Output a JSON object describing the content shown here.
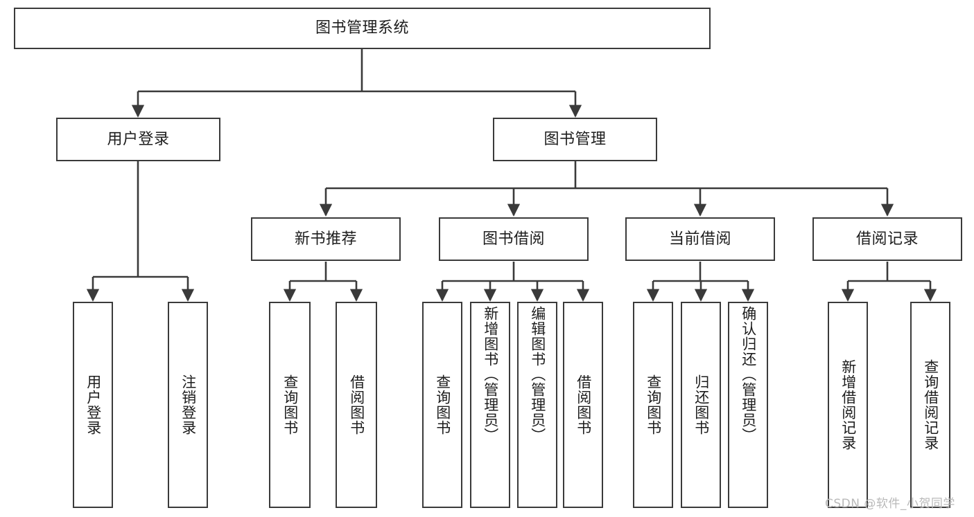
{
  "diagram": {
    "title": "图书管理系统",
    "type": "tree",
    "colors": {
      "box_border": "#3a3a3a",
      "box_fill": "#ffffff",
      "edge": "#3a3a3a",
      "text": "#1d1d1d",
      "watermark": "#b9b9b9"
    },
    "watermark": "CSDN @软件_小贺同学",
    "nodes": {
      "root": {
        "label": "图书管理系统"
      },
      "level1": [
        {
          "id": "user-login",
          "label": "用户登录"
        },
        {
          "id": "book-manage",
          "label": "图书管理"
        }
      ],
      "level2": [
        {
          "id": "new-book-recommend",
          "label": "新书推荐"
        },
        {
          "id": "book-borrow",
          "label": "图书借阅"
        },
        {
          "id": "current-borrow",
          "label": "当前借阅"
        },
        {
          "id": "borrow-record",
          "label": "借阅记录"
        }
      ],
      "leaves": {
        "user-login": [
          {
            "id": "leaf-user-login",
            "label": "用户登录"
          },
          {
            "id": "leaf-logout",
            "label": "注销登录"
          }
        ],
        "new-book-recommend": [
          {
            "id": "leaf-query-book-1",
            "label": "查询图书"
          },
          {
            "id": "leaf-borrow-book-1",
            "label": "借阅图书"
          }
        ],
        "book-borrow": [
          {
            "id": "leaf-query-book-2",
            "label": "查询图书"
          },
          {
            "id": "leaf-add-book",
            "label": "新增图书（管理员）"
          },
          {
            "id": "leaf-edit-book",
            "label": "编辑图书（管理员）"
          },
          {
            "id": "leaf-borrow-book-2",
            "label": "借阅图书"
          }
        ],
        "current-borrow": [
          {
            "id": "leaf-query-book-3",
            "label": "查询图书"
          },
          {
            "id": "leaf-return-book",
            "label": "归还图书"
          },
          {
            "id": "leaf-confirm-return",
            "label": "确认归还（管理员）"
          }
        ],
        "borrow-record": [
          {
            "id": "leaf-add-record",
            "label": "新增借阅记录"
          },
          {
            "id": "leaf-query-record",
            "label": "查询借阅记录"
          }
        ]
      }
    }
  }
}
